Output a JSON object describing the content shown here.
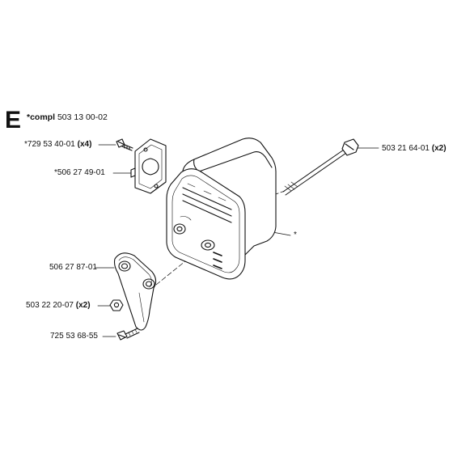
{
  "section": {
    "letter": "E"
  },
  "assembly": {
    "prefix": "*compl",
    "part_number": "503 13 00-02"
  },
  "callouts": [
    {
      "part": "*729 53 40-01",
      "qty": "(x4)"
    },
    {
      "part": "*506 27 49-01",
      "qty": ""
    },
    {
      "part": "503 21 64-01",
      "qty": "(x2)"
    },
    {
      "part": "*",
      "qty": ""
    },
    {
      "part": "506 27 87-01",
      "qty": ""
    },
    {
      "part": "503 22 20-07",
      "qty": "(x2)"
    },
    {
      "part": "725 53 68-55",
      "qty": ""
    }
  ]
}
